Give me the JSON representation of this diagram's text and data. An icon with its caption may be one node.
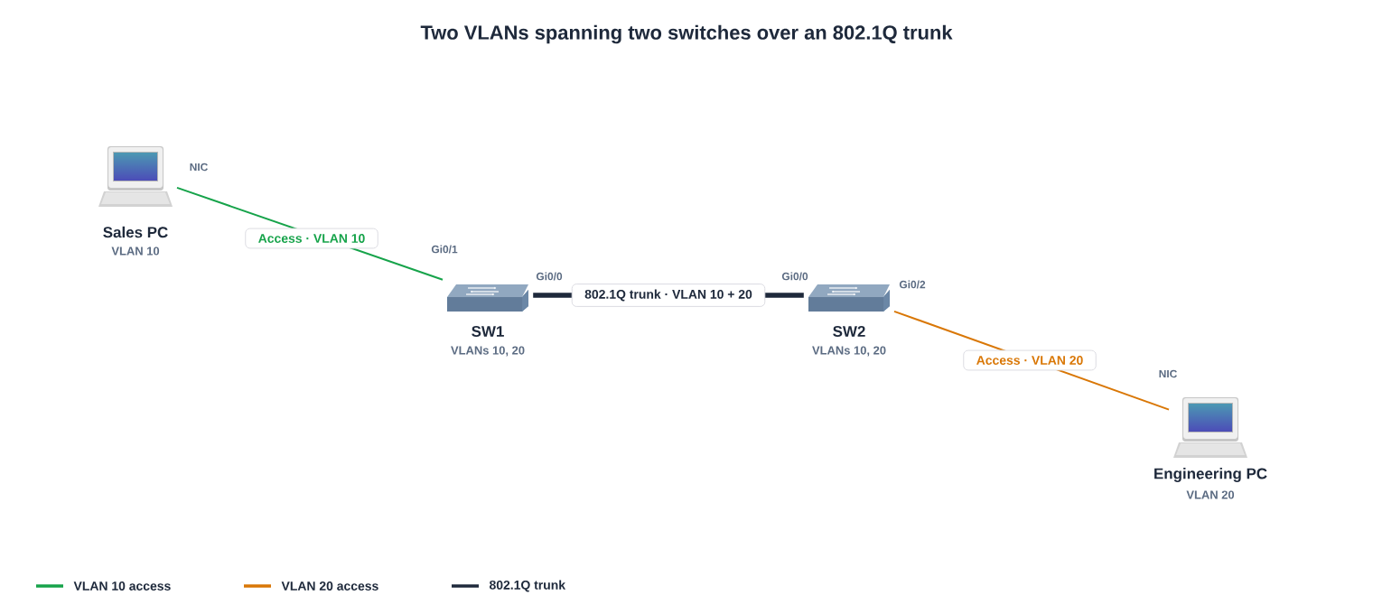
{
  "diagram": {
    "title": "Two VLANs spanning two switches over an 802.1Q trunk",
    "nodes": [
      {
        "text": [
          "Sales PC",
          "VLAN 10"
        ],
        "beside": [
          "NIC"
        ]
      },
      {
        "text": [
          "SW1",
          "VLANs 10, 20"
        ],
        "beside": [
          "Gi0/1",
          "Gi0/0"
        ]
      },
      {
        "text": [
          "SW2",
          "VLANs 10, 20"
        ],
        "beside": [
          "Gi0/0",
          "Gi0/2"
        ]
      },
      {
        "text": [
          "Engineering PC",
          "VLAN 20"
        ],
        "beside": [
          "NIC"
        ]
      }
    ],
    "edges": [
      {
        "from": 0,
        "to": 1,
        "arrow": "none",
        "label": "Access · VLAN 10",
        "color": "#16a34a"
      },
      {
        "from": 1,
        "to": 2,
        "arrow": "none",
        "label": "802.1Q trunk · VLAN 10 + 20",
        "style": "thick",
        "color": "#1e293b"
      },
      {
        "from": 2,
        "to": 3,
        "arrow": "none",
        "label": "Access · VLAN 20",
        "color": "#d97706"
      }
    ],
    "legend": [
      {
        "text": "VLAN 10 access"
      },
      {
        "text": "VLAN 20 access"
      },
      {
        "text": "802.1Q trunk"
      }
    ]
  }
}
